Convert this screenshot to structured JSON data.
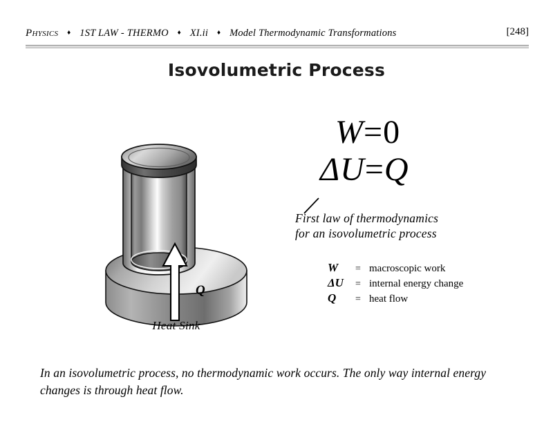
{
  "header": {
    "course": "Physics",
    "unit": "1ST LAW - THERMO",
    "section": "XI.ii",
    "topic": "Model Thermodynamic Transformations",
    "page_number": "[248]",
    "separator": "♦"
  },
  "title": "Isovolumetric Process",
  "equations": {
    "work": "W = 0",
    "work_lhs": "W",
    "work_op": "=",
    "work_rhs": "0",
    "first_law": "ΔU = Q",
    "first_law_lhs": "ΔU",
    "first_law_op": "=",
    "first_law_rhs": "Q"
  },
  "annotation": {
    "line1": "First law of thermodynamics",
    "line2": "for an isovolumetric process"
  },
  "legend": {
    "equals": "=",
    "rows": [
      {
        "symbol": "W",
        "description": "macroscopic work"
      },
      {
        "symbol": "ΔU",
        "description": "internal energy change"
      },
      {
        "symbol": "Q",
        "description": "heat flow"
      }
    ]
  },
  "diagram": {
    "heat_sink_label": "Heat Sink",
    "heat_flow_label": "Q",
    "container_name": "rigid-closed-cylinder",
    "arrow_direction": "up"
  },
  "caption": "In an isovolumetric process, no thermodynamic work occurs.  The only way internal energy changes is through heat flow.",
  "colors": {
    "page_background": "#ffffff",
    "text": "#000000",
    "rule_dark": "#8c8c8c",
    "rule_light": "#dcdcdc",
    "metal_dark": "#4d4d4d",
    "metal_mid": "#8f8f8f",
    "metal_light": "#f2f2f2",
    "lid_dark": "#3d3d3d"
  }
}
